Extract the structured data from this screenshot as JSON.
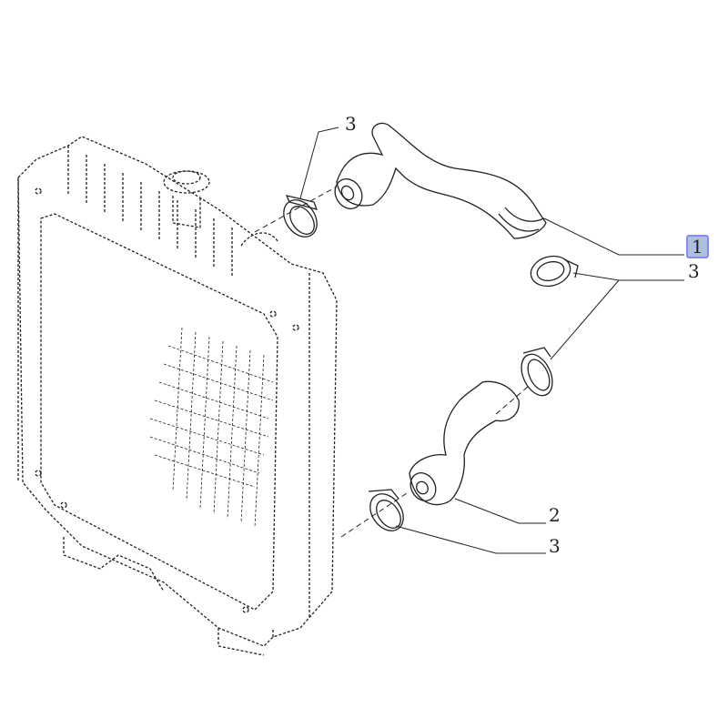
{
  "callouts": [
    {
      "id": "upper-hose-clamp-left",
      "text": "3",
      "highlighted": false
    },
    {
      "id": "upper-hose",
      "text": "1",
      "highlighted": true
    },
    {
      "id": "clamp-right",
      "text": "3",
      "highlighted": false
    },
    {
      "id": "lower-hose",
      "text": "2",
      "highlighted": false
    },
    {
      "id": "lower-hose-clamp",
      "text": "3",
      "highlighted": false
    }
  ],
  "colors": {
    "line": "#222222",
    "highlight_fill": "#aebfe0",
    "highlight_border": "#8a8af0"
  }
}
